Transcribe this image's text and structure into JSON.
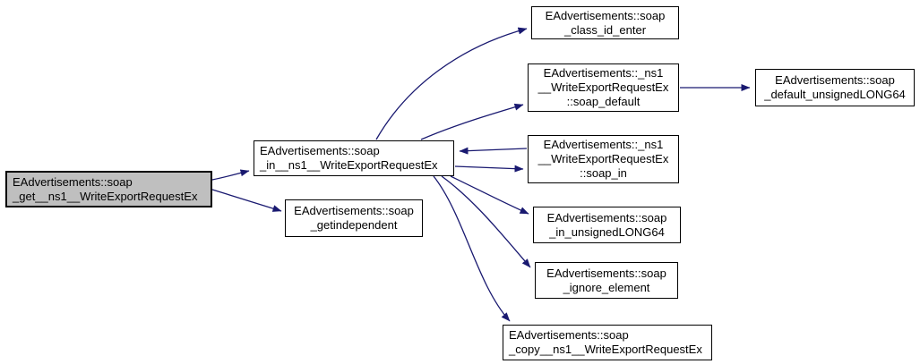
{
  "diagram": {
    "type": "call-graph",
    "background_color": "#ffffff",
    "edge_color": "#191970",
    "node_border_color": "#000000",
    "node_fill_color": "#ffffff",
    "highlight_node_fill_color": "#bfbfbf",
    "nodes": {
      "get_fn": {
        "label": "EAdvertisements::soap\n_get__ns1__WriteExportRequestEx",
        "highlighted": true
      },
      "in_fn": {
        "label": "EAdvertisements::soap\n_in__ns1__WriteExportRequestEx",
        "highlighted": false
      },
      "getindependent": {
        "label": "EAdvertisements::soap\n_getindependent",
        "highlighted": false
      },
      "class_id_enter": {
        "label": "EAdvertisements::soap\n_class_id_enter",
        "highlighted": false
      },
      "soap_default": {
        "label": "EAdvertisements::_ns1\n__WriteExportRequestEx\n::soap_default",
        "highlighted": false
      },
      "default_unsignedLONG64": {
        "label": "EAdvertisements::soap\n_default_unsignedLONG64",
        "highlighted": false
      },
      "soap_in": {
        "label": "EAdvertisements::_ns1\n__WriteExportRequestEx\n::soap_in",
        "highlighted": false
      },
      "in_unsignedLONG64": {
        "label": "EAdvertisements::soap\n_in_unsignedLONG64",
        "highlighted": false
      },
      "ignore_element": {
        "label": "EAdvertisements::soap\n_ignore_element",
        "highlighted": false
      },
      "copy_fn": {
        "label": "EAdvertisements::soap\n_copy__ns1__WriteExportRequestEx",
        "highlighted": false
      }
    },
    "edges": [
      {
        "from": "get_fn",
        "to": "in_fn"
      },
      {
        "from": "get_fn",
        "to": "getindependent"
      },
      {
        "from": "in_fn",
        "to": "class_id_enter"
      },
      {
        "from": "in_fn",
        "to": "soap_default"
      },
      {
        "from": "soap_in",
        "to": "in_fn"
      },
      {
        "from": "in_fn",
        "to": "soap_in"
      },
      {
        "from": "in_fn",
        "to": "in_unsignedLONG64"
      },
      {
        "from": "in_fn",
        "to": "ignore_element"
      },
      {
        "from": "in_fn",
        "to": "copy_fn"
      },
      {
        "from": "soap_default",
        "to": "default_unsignedLONG64"
      }
    ]
  }
}
